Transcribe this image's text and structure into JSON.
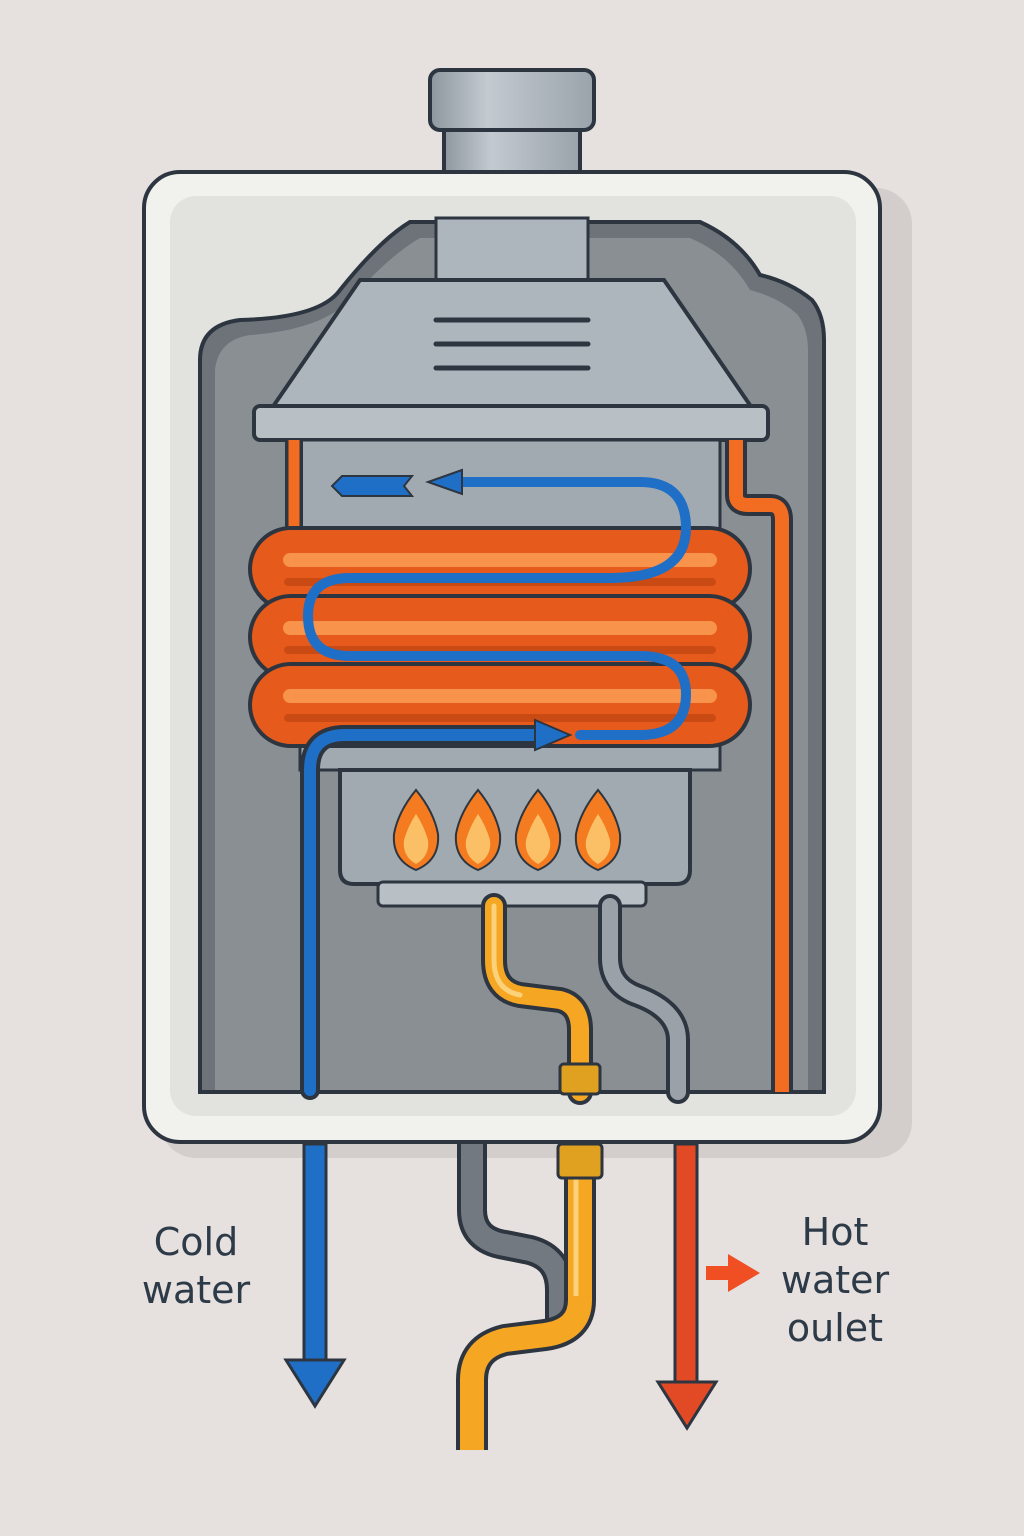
{
  "labels": {
    "cold": [
      "Cold",
      "water"
    ],
    "hot": [
      "Hot",
      "water",
      "oulet"
    ]
  },
  "colors": {
    "background": "#e6e0de",
    "cabinet": "#f1f1ee",
    "cabinet_inner": "#e2e2de",
    "chamber": "#6d7378",
    "chamber_inner": "#8a8f94",
    "metal": "#aeb6bd",
    "coil": "#f26d22",
    "cold_water": "#1f6fc7",
    "hot_water": "#e24a25",
    "gas_pipe": "#f5a623",
    "flame_outer": "#f47b20",
    "flame_inner": "#fbbf66",
    "outline": "#2c3540"
  },
  "icons": [
    "flue-icon",
    "flame-icon",
    "arrow-icon"
  ]
}
